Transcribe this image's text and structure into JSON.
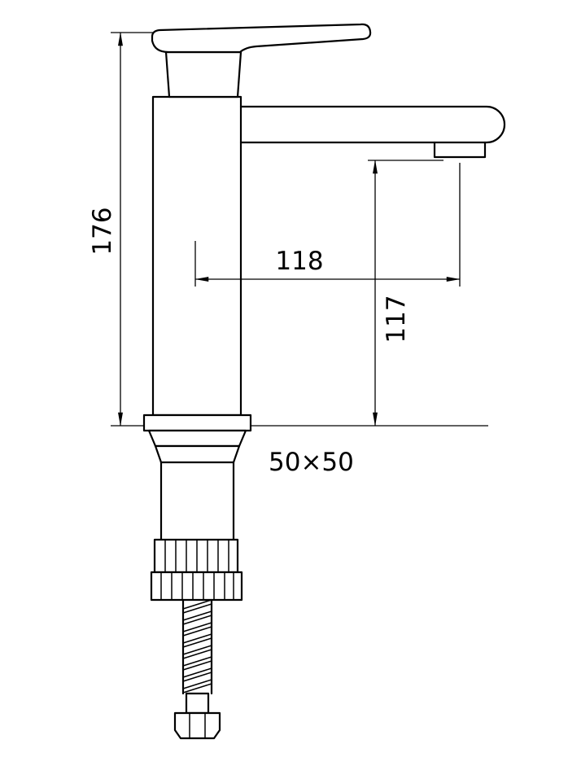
{
  "colors": {
    "line": "#000000",
    "background": "#ffffff"
  },
  "dimensions": {
    "height_label": "176",
    "reach_label": "118",
    "outlet_height_label": "117",
    "base_label": "50×50"
  }
}
